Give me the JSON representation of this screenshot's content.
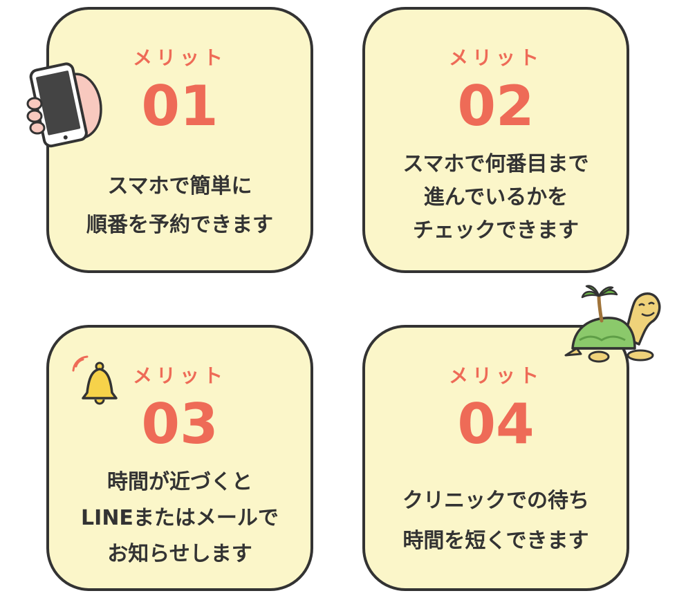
{
  "merits": [
    {
      "kicker": "メリット",
      "number": "01",
      "lines": [
        "スマホで簡単に",
        "順番を予約できます"
      ],
      "icon": "smartphone-in-hand-icon"
    },
    {
      "kicker": "メリット",
      "number": "02",
      "lines": [
        "スマホで何番目まで",
        "進んでいるかを",
        "チェックできます"
      ],
      "icon": null
    },
    {
      "kicker": "メリット",
      "number": "03",
      "lines": [
        "時間が近づくと",
        "LINEまたはメールで",
        "お知らせします"
      ],
      "icon": "ringing-bell-icon"
    },
    {
      "kicker": "メリット",
      "number": "04",
      "lines": [
        "クリニックでの待ち",
        "時間を短くできます"
      ],
      "icon": "turtle-palm-mascot"
    }
  ],
  "colors": {
    "accent": "#ee6b57",
    "card_bg": "#fbf6c9",
    "border": "#333333",
    "text": "#333333"
  }
}
